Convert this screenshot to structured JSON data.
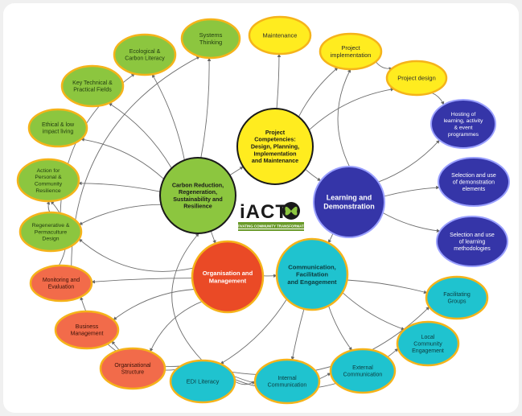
{
  "colors": {
    "green": "#8cc63f",
    "green_border": "#f5b31a",
    "yellow": "#ffec1f",
    "yellow_border": "#f5b31a",
    "navy": "#3535a8",
    "navy_border": "#9aa0ff",
    "orange_red": "#ea4a26",
    "salmon": "#f26b4a",
    "cyan": "#1fc3cf",
    "line": "#6e6e6e"
  },
  "hubs": {
    "carbon": "Carbon Reduction, Regeneration, Sustainability and Resilience",
    "project": "Project Competencies: Design, Planning, Implementation and Maintenance",
    "learning": "Learning and Demonstration",
    "organisation": "Organisation and Management",
    "communication": "Communication, Facilitation and Engagement"
  },
  "leaves": {
    "systems_thinking": "Systems Thinking",
    "eco_carbon_literacy": "Ecological & Carbon Literacy",
    "key_technical": "Key Technical & Practical Fields",
    "ethical_living": "Ethical & low impact living",
    "action_resilience": "Action for Personal & Community Resilience",
    "regenerative_design": "Regenerative & Permaculture Design",
    "maintenance": "Maintenance",
    "project_implementation": "Project implementation",
    "project_design": "Project design",
    "hosting": "Hosting of learning, activity & event programmes",
    "demo_elements": "Selection and use of demonstration elements",
    "learning_methods": "Selection and use of learning methodologies",
    "monitoring": "Monitoring and Evaluation",
    "business": "Business Management",
    "org_structure": "Organisational Structure",
    "edi_literacy": "EDI Literacy",
    "internal_comm": "Internal Communication",
    "external_comm": "External Communication",
    "local_engagement": "Local Community Engagement",
    "facilitating_groups": "Facilitating Groups"
  },
  "logo": {
    "wordmark": "iACT",
    "tagline": "ACTIVATING COMMUNITY TRANSFORMATION"
  }
}
